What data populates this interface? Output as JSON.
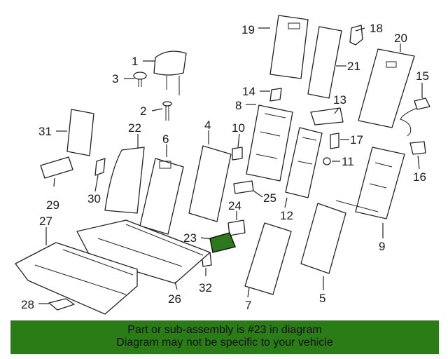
{
  "callouts": {
    "c1": "1",
    "c2": "2",
    "c3": "3",
    "c5": "5",
    "c6": "6",
    "c7": "7",
    "c8": "8",
    "c9": "9",
    "c10": "10",
    "c11": "11",
    "c12": "12",
    "c13": "13",
    "c14": "14",
    "c15": "15",
    "c16": "16",
    "c17": "17",
    "c18": "18",
    "c19": "19",
    "c20": "20",
    "c21": "21",
    "c22": "22",
    "c23": "23",
    "c24": "24",
    "c25": "25",
    "c26": "26",
    "c27": "27",
    "c28": "28",
    "c29": "29",
    "c30": "30",
    "c31": "31",
    "c32": "32",
    "c4": "4"
  },
  "highlight_color": "#2d7a1e",
  "banner": {
    "line1": "Part or sub-assembly is #23 in diagram",
    "line2": "Diagram may not be specific to your vehicle",
    "color": "#2a7d16"
  }
}
